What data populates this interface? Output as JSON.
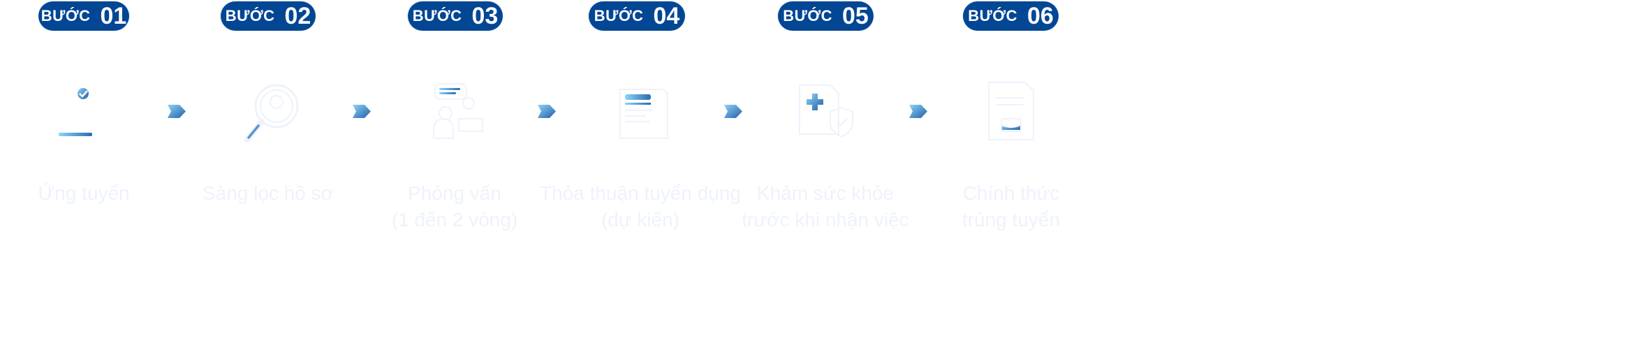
{
  "steps": [
    {
      "badge_word": "BƯỚC",
      "number": "01",
      "label_line1": "Ứng tuyển",
      "label_line2": "",
      "icon": "application-check-icon"
    },
    {
      "badge_word": "BƯỚC",
      "number": "02",
      "label_line1": "Sàng lọc hồ sơ",
      "label_line2": "",
      "icon": "magnifier-person-icon"
    },
    {
      "badge_word": "BƯỚC",
      "number": "03",
      "label_line1": "Phỏng vấn",
      "label_line2": "(1 đến 2 vòng)",
      "icon": "interview-icon"
    },
    {
      "badge_word": "BƯỚC",
      "number": "04",
      "label_line1": "Thỏa thuận tuyển dụng",
      "label_line2": "(dự kiến)",
      "icon": "contract-document-icon"
    },
    {
      "badge_word": "BƯỚC",
      "number": "05",
      "label_line1": "Khám sức khỏe",
      "label_line2": "trước khi nhận việc",
      "icon": "medical-shield-icon"
    },
    {
      "badge_word": "BƯỚC",
      "number": "06",
      "label_line1": "Chính thức",
      "label_line2": "trúng tuyển",
      "icon": "briefcase-document-icon"
    }
  ],
  "colors": {
    "badge": "#034694",
    "label": "#eef2fb",
    "accent_light": "#8fd3f7",
    "accent_dark": "#1f5fa8"
  }
}
